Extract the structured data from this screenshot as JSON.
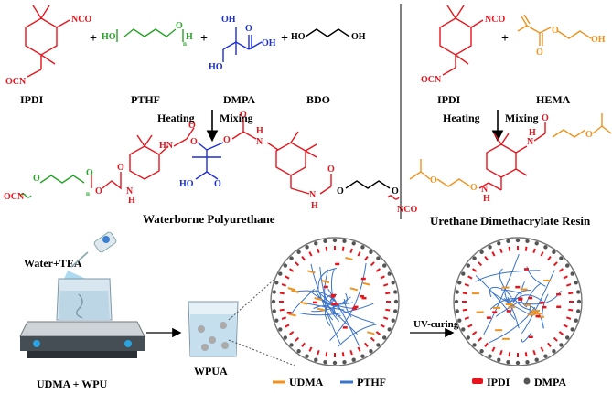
{
  "colors": {
    "ipdi": "#e8141c",
    "pthf": "#2aa32a",
    "dmpa": "#1c2fd6",
    "bdo": "#000000",
    "hema": "#f0921e",
    "pthf_network": "#3a73c9",
    "udma_network": "#f0921e",
    "dmpa_dot": "#555555"
  },
  "top_left": {
    "reagents": {
      "ipdi": "IPDI",
      "pthf": "PTHF",
      "dmpa": "DMPA",
      "bdo": "BDO"
    },
    "plus": "+",
    "step_heating": "Heating",
    "step_mixing": "Mixing",
    "product": "Waterborne Polyurethane",
    "atoms": {
      "nco": "NCO",
      "ocn": "OCN",
      "ho": "HO",
      "oh": "OH",
      "o": "O",
      "h": "H",
      "n_sub": "n",
      "hn": "HN",
      "nh": "NH",
      "n": "N",
      "ocn_tilde": "OCN",
      "nco_tilde": "NCO"
    }
  },
  "top_right": {
    "reagents": {
      "ipdi": "IPDI",
      "hema": "HEMA"
    },
    "plus": "+",
    "step_heating": "Heating",
    "step_mixing": "Mixing",
    "product": "Urethane Dimethacrylate Resin",
    "atoms": {
      "nco": "NCO",
      "ocn": "OCN",
      "o": "O",
      "oh": "OH",
      "h": "H",
      "n": "N"
    }
  },
  "bottom": {
    "water_tea": "Water+TEA",
    "udma_wpu": "UDMA + WPU",
    "wpua": "WPUA",
    "uv_curing": "UV-curing",
    "legend": [
      {
        "label": "UDMA",
        "kind": "line",
        "color": "#f0921e"
      },
      {
        "label": "PTHF",
        "kind": "line",
        "color": "#3a73c9"
      },
      {
        "label": "IPDI",
        "kind": "bar",
        "color": "#e8141c"
      },
      {
        "label": "DMPA",
        "kind": "dot",
        "color": "#555555"
      }
    ]
  }
}
